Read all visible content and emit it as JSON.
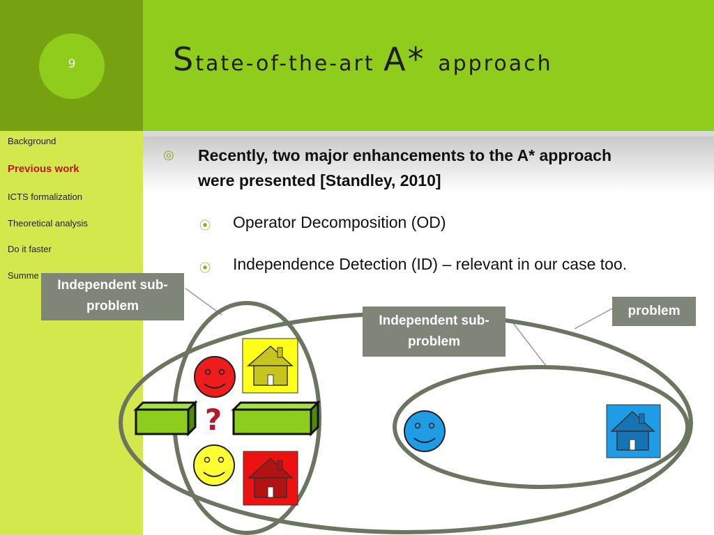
{
  "slide": {
    "number": "9",
    "title_cap1": "S",
    "title_rest1": "tate-of-the-art ",
    "title_cap2": "A* ",
    "title_rest2": "approach"
  },
  "sidebar": {
    "items": [
      {
        "label": "Background"
      },
      {
        "label": "Previous work"
      },
      {
        "label": "ICTS formalization"
      },
      {
        "label": "Theoretical analysis"
      },
      {
        "label": "Do it faster"
      },
      {
        "label": "Summe"
      }
    ]
  },
  "content": {
    "bullet_main": "Recently, two major enhancements to the A* approach were presented [Standley, 2010]",
    "bullet_sub1": "Operator Decomposition (OD)",
    "bullet_sub2": "Independence Detection (ID) – relevant in our case too.",
    "bullet_symbol": "◎",
    "sub_bullet_symbol": "⦿"
  },
  "diagram": {
    "label_left": "Independent sub-problem",
    "label_middle": "Independent sub-problem",
    "label_right": "problem",
    "question_mark": "?"
  },
  "colors": {
    "title_bar": "#8fcc1b",
    "corner": "#76a212",
    "sidebar": "#d2e84c",
    "active_nav": "#c4161c",
    "label_box": "#80857a",
    "ellipse_stroke": "#6b7560"
  }
}
